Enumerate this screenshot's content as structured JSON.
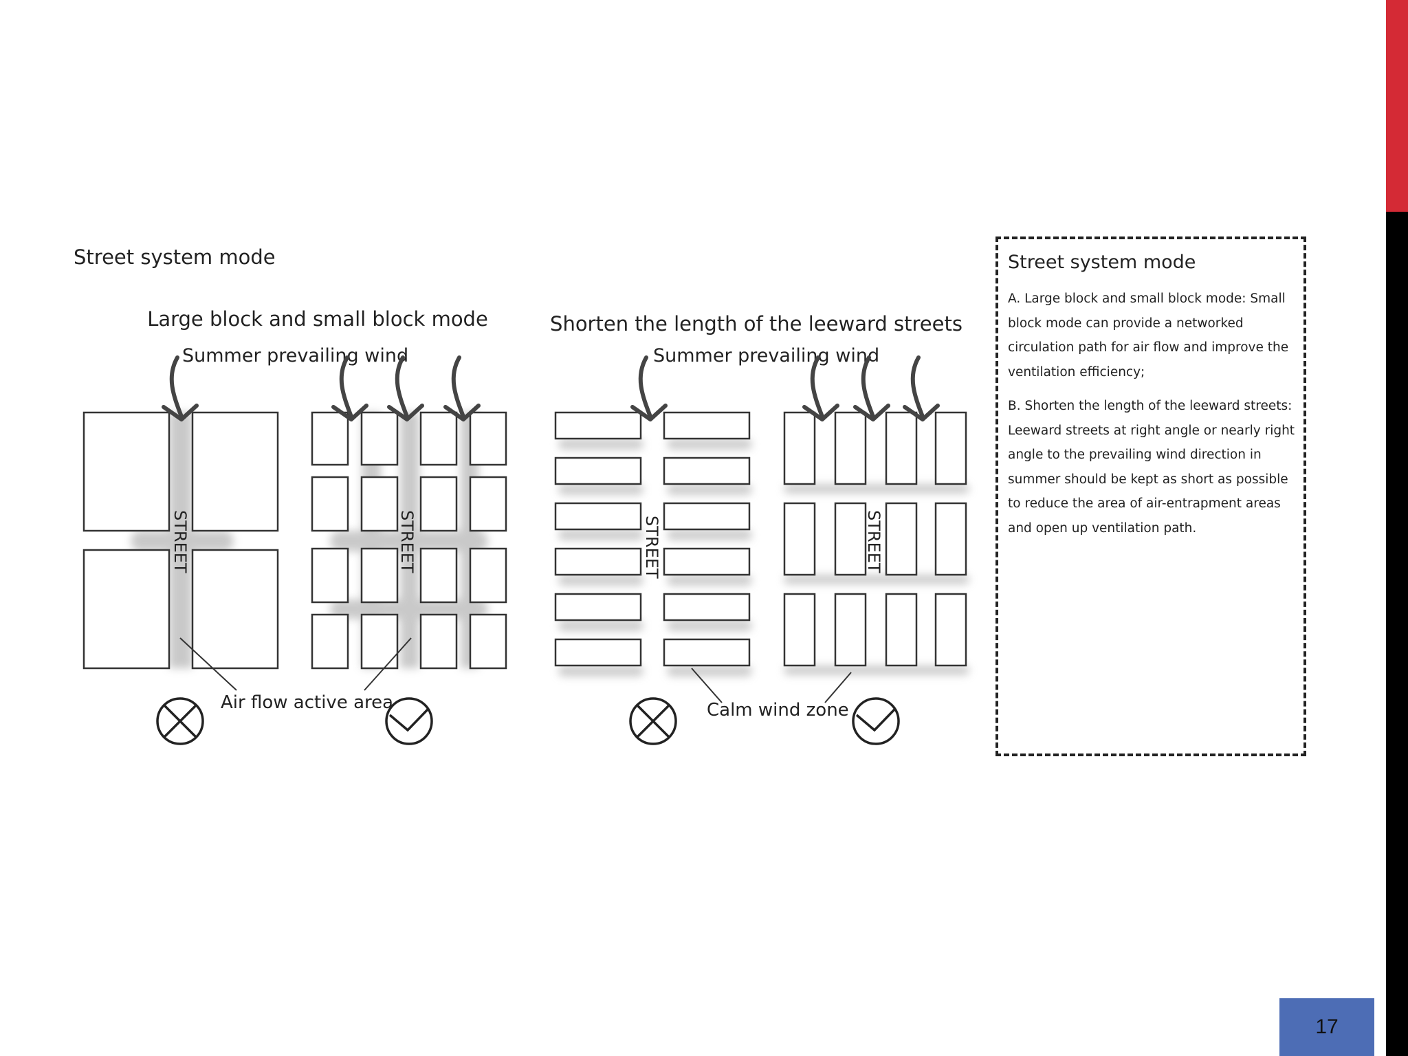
{
  "section_title": "Street system mode",
  "panels": {
    "left": {
      "title": "Large block and small block mode",
      "wind_label": "Summer prevailing wind",
      "street_label": "STREET",
      "annotation": "Air flow active area"
    },
    "right": {
      "title": "Shorten the length of the leeward streets",
      "wind_label": "Summer prevailing wind",
      "street_label": "STREET",
      "annotation": "Calm wind zone"
    }
  },
  "icons": [
    "cross-circle-icon",
    "check-circle-icon"
  ],
  "notes": {
    "title": "Street system mode",
    "paragraphs": [
      "A. Large block and small block mode: Small block mode can provide a networked circulation path for air flow and improve the ventilation efficiency;",
      "B. Shorten the length of the leeward streets: Leeward streets at right angle or nearly right angle to the prevailing wind direction in summer should be kept as short as possible to reduce the area of air-entrapment areas and open up ventilation path."
    ]
  },
  "page_number": "17",
  "colors": {
    "accent_red": "#d42a35",
    "page_badge": "#4d6db5",
    "sidebar_black": "#000000"
  }
}
